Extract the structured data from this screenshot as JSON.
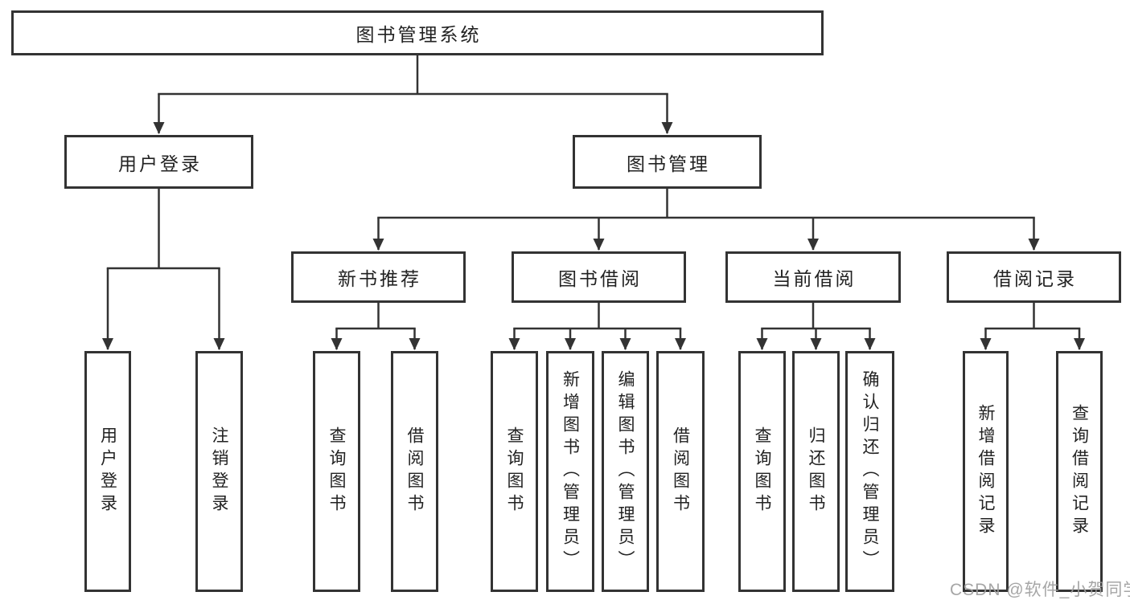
{
  "tree": {
    "label": "图书管理系统",
    "children": [
      {
        "label": "用户登录",
        "children": [
          {
            "label": "用户登录"
          },
          {
            "label": "注销登录"
          }
        ]
      },
      {
        "label": "图书管理",
        "children": [
          {
            "label": "新书推荐",
            "children": [
              {
                "label": "查询图书"
              },
              {
                "label": "借阅图书"
              }
            ]
          },
          {
            "label": "图书借阅",
            "children": [
              {
                "label": "查询图书"
              },
              {
                "label": "新增图书（管理员）"
              },
              {
                "label": "编辑图书（管理员）"
              },
              {
                "label": "借阅图书"
              }
            ]
          },
          {
            "label": "当前借阅",
            "children": [
              {
                "label": "查询图书"
              },
              {
                "label": "归还图书"
              },
              {
                "label": "确认归还（管理员）"
              }
            ]
          },
          {
            "label": "借阅记录",
            "children": [
              {
                "label": "新增借阅记录"
              },
              {
                "label": "查询借阅记录"
              }
            ]
          }
        ]
      }
    ]
  },
  "watermark": {
    "text": "CSDN @软件_小贺同学"
  },
  "colors": {
    "line": "#333333",
    "box_border": "#333333",
    "box_fill": "#ffffff",
    "text": "#222222",
    "background": "#ffffff",
    "watermark": "#9e9e9e"
  }
}
